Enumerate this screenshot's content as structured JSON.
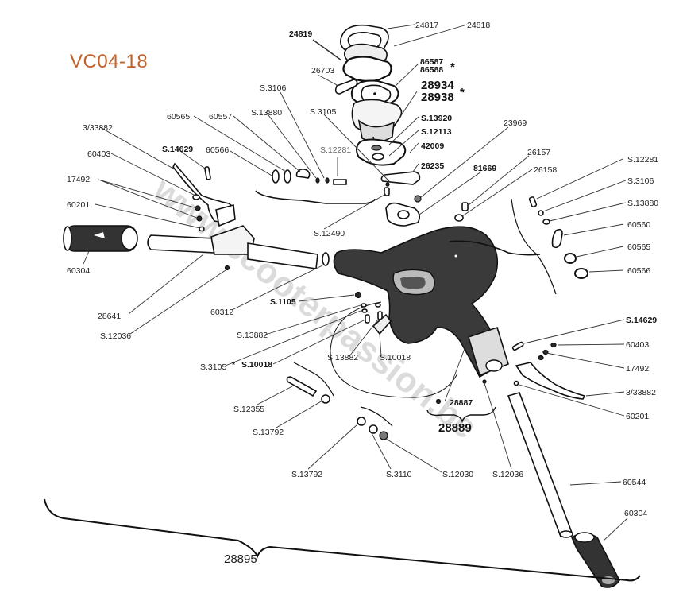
{
  "title": "VC04-18",
  "watermark": "www.scooterpassion.be",
  "assembly_label": "28895",
  "sub_assembly_label": "28889",
  "labels": {
    "p24817": "24817",
    "p24818": "24818",
    "p24819": "24819",
    "p86587": "86587",
    "p86588": "86588",
    "p28934": "28934",
    "p28938": "28938",
    "p26703": "26703",
    "pS13920": "S.13920",
    "pS12113": "S.12113",
    "p42009": "42009",
    "p26235": "26235",
    "p23969": "23969",
    "p81669": "81669",
    "p26157": "26157",
    "p26158": "26158",
    "pS3106_top": "S.3106",
    "pS3105_top": "S.3105",
    "pS13880_top": "S.13880",
    "pS12281_top": "S.12281",
    "p60565_top": "60565",
    "p60557": "60557",
    "p60566_top": "60566",
    "p3_33882_left": "3/33882",
    "pS14629_left": "S.14629",
    "p60403_left": "60403",
    "p17492_left": "17492",
    "p60201_left": "60201",
    "p60304_left": "60304",
    "p28641": "28641",
    "pS12036_left": "S.12036",
    "pS12490": "S.12490",
    "p60312": "60312",
    "pS1105": "S.1105",
    "pS13882_a": "S.13882",
    "pS13882_b": "S.13882",
    "pS3105_low": "S.3105",
    "pS10018_star": "S.10018",
    "pS10018": "S.10018",
    "pS12355": "S.12355",
    "pS13792_a": "S.13792",
    "pS13792_b": "S.13792",
    "pS3110": "S.3110",
    "pS12030": "S.12030",
    "pS12036_right": "S.12036",
    "p28887": "28887",
    "pS12281_right": "S.12281",
    "pS3106_right": "S.3106",
    "pS13880_right": "S.13880",
    "p60560": "60560",
    "p60565_right": "60565",
    "p60566_right": "60566",
    "pS14629_right": "S.14629",
    "p60403_right": "60403",
    "p17492_right": "17492",
    "p3_33882_right": "3/33882",
    "p60201_right": "60201",
    "p60544": "60544",
    "p60304_right": "60304",
    "star": "*"
  }
}
